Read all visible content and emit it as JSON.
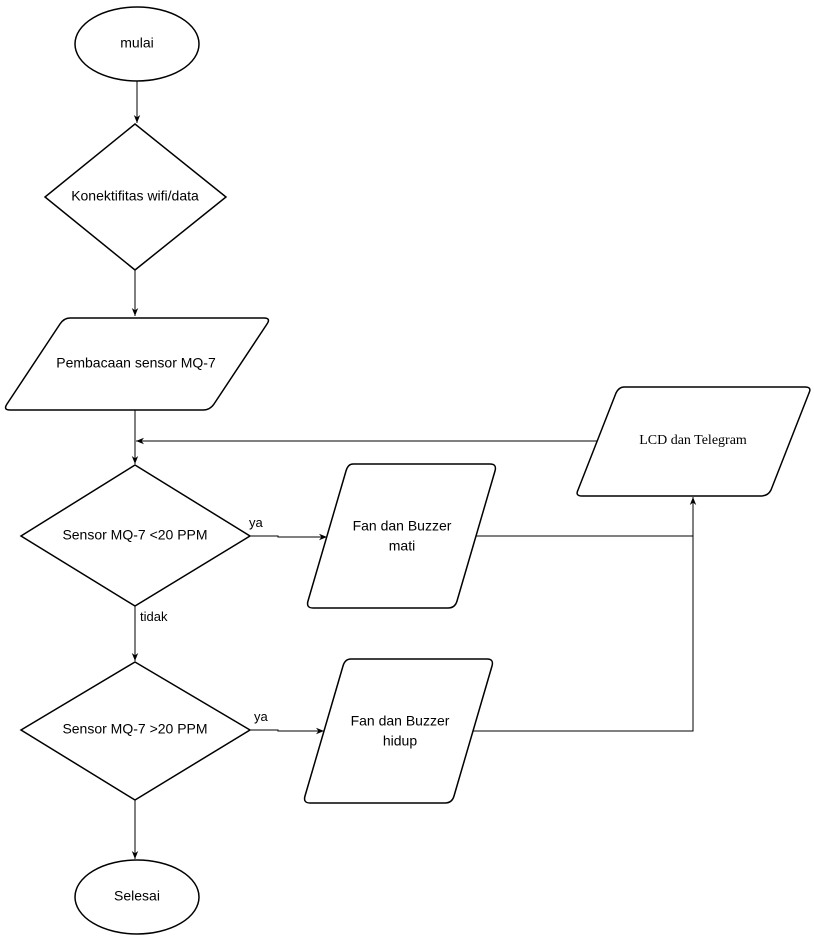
{
  "nodes": {
    "start": "mulai",
    "connectivity": "Konektifitas wifi/data",
    "read_sensor": "Pembacaan sensor MQ-7",
    "decision_low": "Sensor MQ-7 <20 PPM",
    "fan_off_line1": "Fan dan Buzzer",
    "fan_off_line2": "mati",
    "decision_high": "Sensor MQ-7 >20 PPM",
    "fan_on_line1": "Fan dan Buzzer",
    "fan_on_line2": "hidup",
    "output": "LCD dan Telegram",
    "end": "Selesai"
  },
  "edges": {
    "yes_low": "ya",
    "no_low": "tidak",
    "yes_high": "ya"
  }
}
